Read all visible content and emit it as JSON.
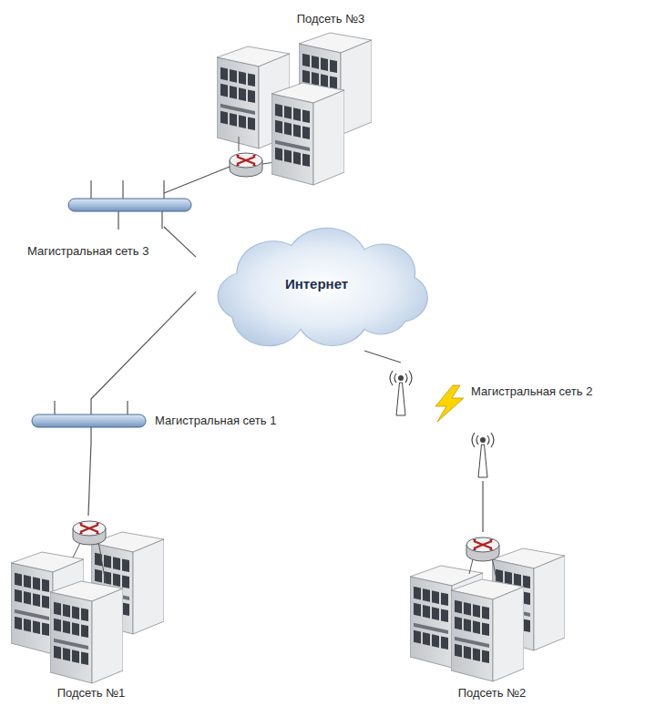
{
  "diagram": {
    "nodes": [
      {
        "text": [
          "Подсеть №3"
        ]
      },
      {
        "text": [
          "Магистральная сеть 3"
        ]
      },
      {
        "text": [
          "Интернет"
        ]
      },
      {
        "text": [
          "Магистральная сеть 2"
        ]
      },
      {
        "text": [
          "Магистральная сеть 1"
        ]
      },
      {
        "text": [
          "Подсеть №1"
        ]
      },
      {
        "text": [
          "Подсеть №2"
        ]
      }
    ],
    "edges": [
      {
        "from": 0,
        "to": 1,
        "arrow": "none"
      },
      {
        "from": 1,
        "to": 2,
        "arrow": "none"
      },
      {
        "from": 2,
        "to": 4,
        "arrow": "none"
      },
      {
        "from": 4,
        "to": 5,
        "arrow": "none"
      },
      {
        "from": 2,
        "to": 3,
        "arrow": "none"
      },
      {
        "from": 3,
        "to": 6,
        "arrow": "none"
      }
    ]
  }
}
